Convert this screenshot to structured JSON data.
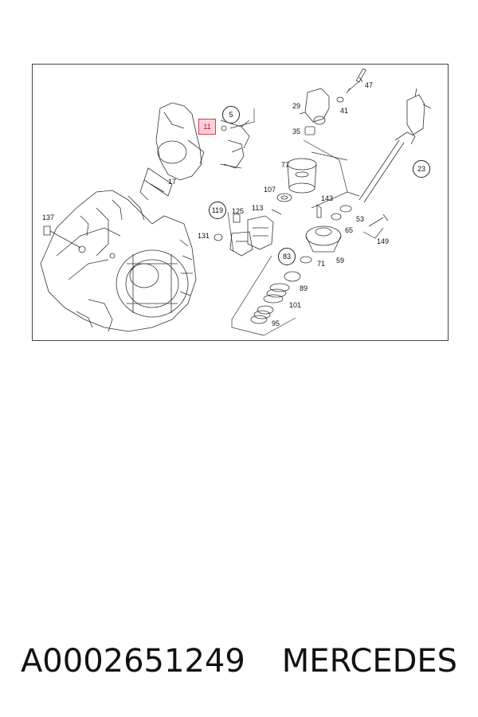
{
  "diagram": {
    "callouts": {
      "c5": "5",
      "c11": "11",
      "c17": "17",
      "c23": "23",
      "c29": "29",
      "c35": "35",
      "c41": "41",
      "c47": "47",
      "c53": "53",
      "c59": "59",
      "c65": "65",
      "c71": "71",
      "c77": "77",
      "c83": "83",
      "c89": "89",
      "c95": "95",
      "c101": "101",
      "c107": "107",
      "c113": "113",
      "c119": "119",
      "c125": "125",
      "c131": "131",
      "c137": "137",
      "c143": "143",
      "c149": "149"
    },
    "highlighted_callout": "11",
    "colors": {
      "line": "#333333",
      "highlight_border": "#e0354a",
      "highlight_fill": "#ffc2cc"
    }
  },
  "footer": {
    "part_number": "A0002651249",
    "brand": "MERCEDES"
  }
}
